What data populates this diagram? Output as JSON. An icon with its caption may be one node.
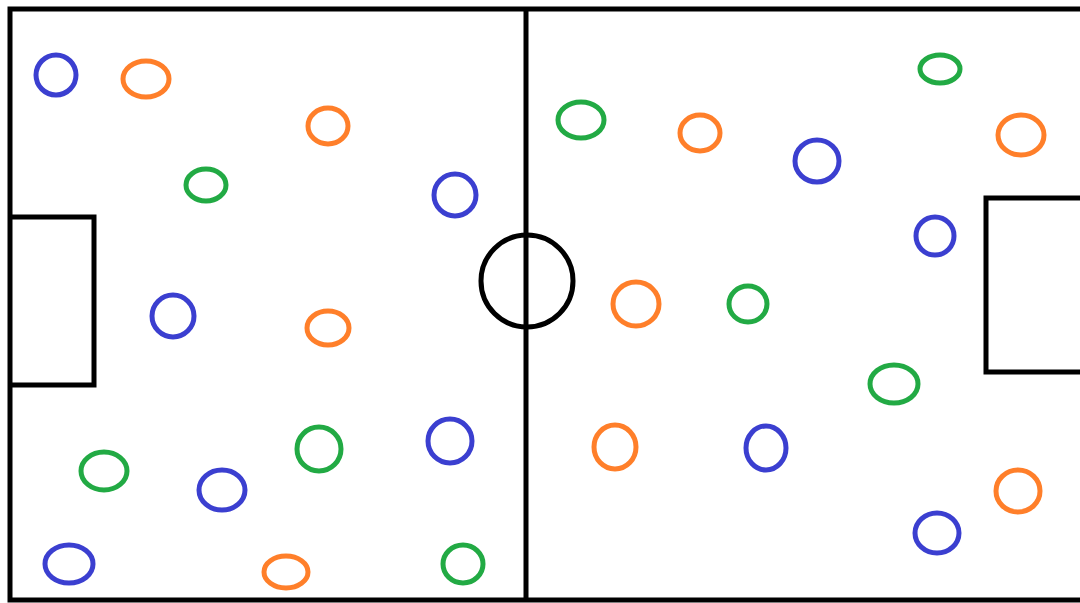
{
  "diagram": {
    "nodes": [
      {
        "text": [],
        "shape": "circle"
      },
      {
        "text": [],
        "shape": "circle"
      },
      {
        "text": [],
        "shape": "circle"
      },
      {
        "text": [],
        "shape": "circle"
      },
      {
        "text": [],
        "shape": "circle"
      },
      {
        "text": [],
        "shape": "circle"
      },
      {
        "text": [],
        "shape": "circle"
      },
      {
        "text": [],
        "shape": "circle"
      },
      {
        "text": [],
        "shape": "circle"
      },
      {
        "text": [],
        "shape": "circle"
      },
      {
        "text": [],
        "shape": "circle"
      },
      {
        "text": [],
        "shape": "circle"
      },
      {
        "text": [],
        "shape": "circle"
      },
      {
        "text": [],
        "shape": "circle"
      },
      {
        "text": [],
        "shape": "circle"
      },
      {
        "text": [],
        "shape": "circle"
      },
      {
        "text": [],
        "shape": "circle"
      },
      {
        "text": [],
        "shape": "circle"
      },
      {
        "text": [],
        "shape": "circle"
      },
      {
        "text": [],
        "shape": "circle"
      },
      {
        "text": [],
        "shape": "circle"
      },
      {
        "text": [],
        "shape": "circle"
      },
      {
        "text": [],
        "shape": "circle"
      },
      {
        "text": [],
        "shape": "circle"
      },
      {
        "text": [],
        "shape": "circle"
      },
      {
        "text": [],
        "shape": "circle"
      },
      {
        "text": [],
        "shape": "circle"
      }
    ]
  }
}
